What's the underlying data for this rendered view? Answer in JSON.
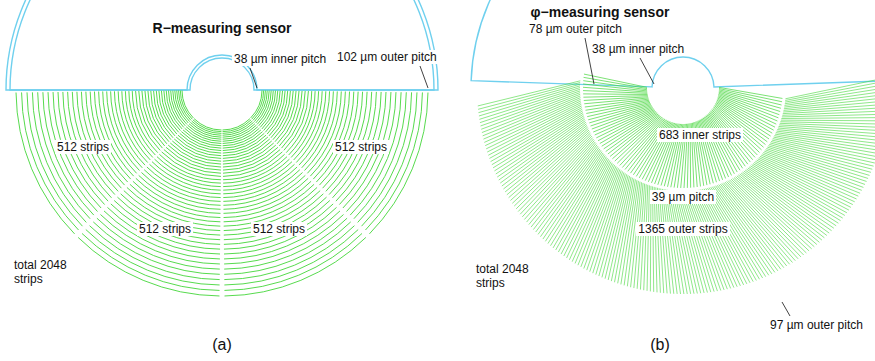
{
  "diagram": {
    "labels": [
      "R−measuring sensor",
      "38 µm inner pitch",
      "102 µm outer pitch",
      "512 strips",
      "512 strips",
      "512 strips",
      "512 strips",
      "total 2048 strips",
      "(a)",
      "φ−measuring sensor",
      "78 µm outer pitch",
      "38 µm inner pitch",
      "683 inner strips",
      "39 µm pitch",
      "1365 outer strips",
      "total 2048 strips",
      "97 µm outer pitch",
      "(b)"
    ]
  }
}
